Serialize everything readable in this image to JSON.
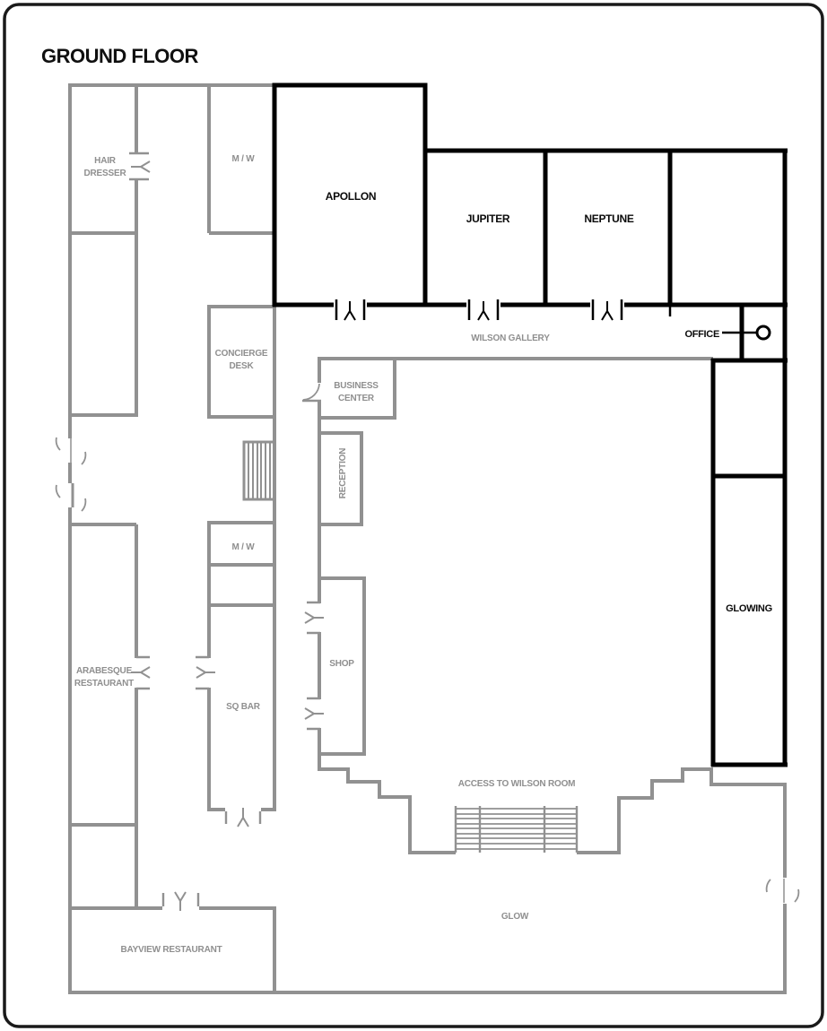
{
  "title": "GROUND FLOOR",
  "labels": {
    "hair_dresser_1": "HAIR",
    "hair_dresser_2": "DRESSER",
    "mw_top": "M / W",
    "apollon": "APOLLON",
    "jupiter": "JUPITER",
    "neptune": "NEPTUNE",
    "wilson_gallery": "WILSON GALLERY",
    "office": "OFFICE",
    "concierge_1": "CONCIERGE",
    "concierge_2": "DESK",
    "business_1": "BUSINESS",
    "business_2": "CENTER",
    "reception": "RECEPTION",
    "mw_mid": "M / W",
    "arabesque_1": "ARABESQUE",
    "arabesque_2": "RESTAURANT",
    "sq_bar": "SQ BAR",
    "shop": "SHOP",
    "glowing": "GLOWING",
    "access_wilson": "ACCESS TO WILSON ROOM",
    "glow": "GLOW",
    "bayview": "BAYVIEW RESTAURANT"
  },
  "colors": {
    "wall_gray": "#919191",
    "label_gray": "#8f8f8f",
    "wall_black": "#000000",
    "border_black": "#1a1a1a",
    "background": "#ffffff"
  }
}
